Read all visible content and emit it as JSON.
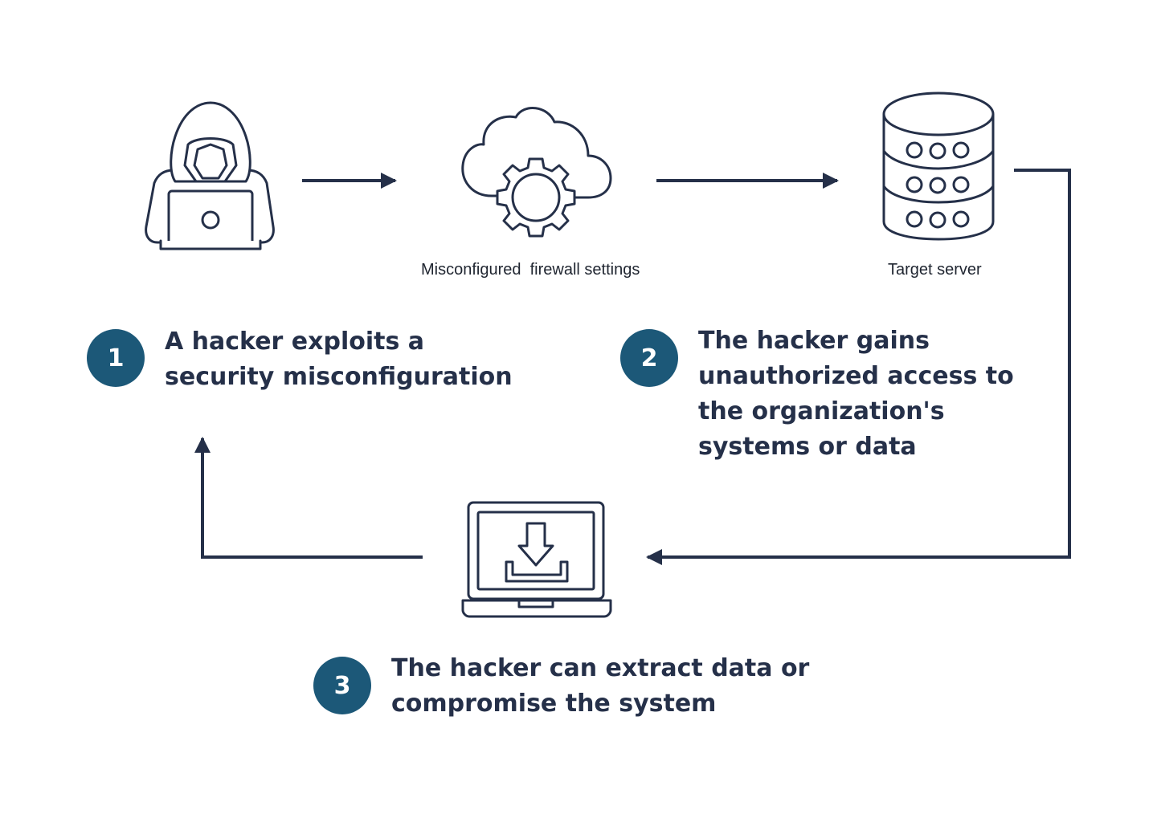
{
  "nodes": {
    "hacker": {
      "icon": "hooded-hacker-laptop-icon"
    },
    "firewall": {
      "icon": "cloud-gear-icon",
      "label": "Misconfigured  firewall settings"
    },
    "server": {
      "icon": "database-server-icon",
      "label": "Target server"
    },
    "laptop": {
      "icon": "laptop-download-icon"
    }
  },
  "steps": [
    {
      "number": "1",
      "lines": [
        "A hacker exploits a",
        "security misconfiguration"
      ]
    },
    {
      "number": "2",
      "lines": [
        "The hacker gains",
        "unauthorized access to",
        "the organization's",
        "systems or data"
      ]
    },
    {
      "number": "3",
      "lines": [
        "The hacker can extract data or",
        "compromise the system"
      ]
    }
  ],
  "colors": {
    "stroke": "#253049",
    "badge": "#1c5878",
    "text": "#253049"
  }
}
